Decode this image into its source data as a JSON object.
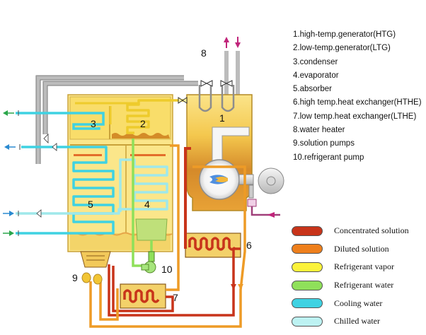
{
  "components": [
    {
      "label": "1.high-temp.generator(HTG)"
    },
    {
      "label": "2.low-temp.generator(LTG)"
    },
    {
      "label": "3.condenser"
    },
    {
      "label": "4.evaporator"
    },
    {
      "label": "5.absorber"
    },
    {
      "label": "6.high temp.heat exchanger(HTHE)"
    },
    {
      "label": "7.low temp.heat exchanger(LTHE)"
    },
    {
      "label": "8.water heater"
    },
    {
      "label": "9.solution pumps"
    },
    {
      "label": "10.refrigerant pump"
    }
  ],
  "callouts": {
    "htg": "1",
    "ltg": "2",
    "condenser": "3",
    "evaporator": "4",
    "absorber": "5",
    "hthe": "6",
    "lthe": "7",
    "water_heater": "8",
    "solution_pumps": "9",
    "refrigerant_pump": "10"
  },
  "legend": [
    {
      "label": "Concentrated solution",
      "color": "#c8341a"
    },
    {
      "label": "Diluted solution",
      "color": "#ee7f1c"
    },
    {
      "label": "Refrigerant vapor",
      "color": "#fbf23a"
    },
    {
      "label": "Refrigerant water",
      "color": "#8fe05a"
    },
    {
      "label": "Cooling water",
      "color": "#3fd2e2"
    },
    {
      "label": "Chilled water",
      "color": "#bdf2f2"
    }
  ],
  "colors": {
    "shell": "#fbe68a",
    "shell_edge": "#c9a23a",
    "pipe_grey": "#c8c8c8",
    "flame": "#4f8fe0",
    "inlet_arrow_green": "#2aa64a",
    "inlet_arrow_blue": "#2a8ad0",
    "hot_water_arrow": "#c0247a"
  }
}
